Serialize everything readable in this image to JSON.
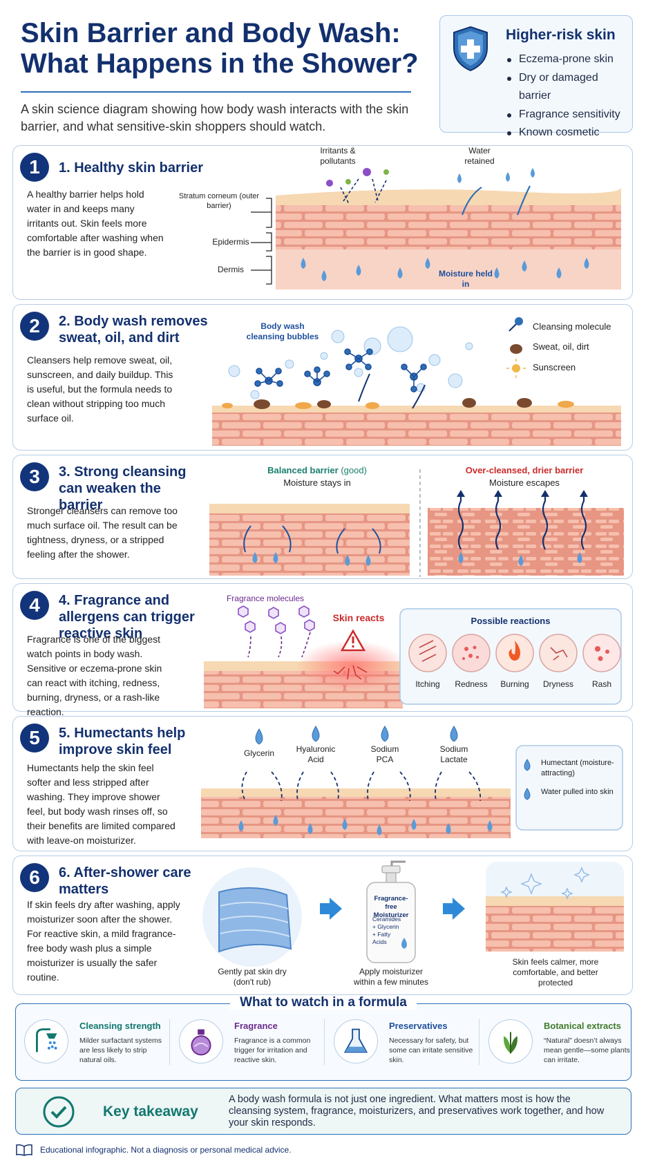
{
  "header": {
    "title": "Skin Barrier and Body Wash: What Happens in the Shower?",
    "subtitle": "A skin science diagram showing how body wash interacts with the skin barrier, and what sensitive-skin shoppers should watch."
  },
  "risk_box": {
    "title": "Higher-risk skin",
    "items": [
      "Eczema-prone skin",
      "Dry or damaged barrier",
      "Fragrance sensitivity",
      "Known cosmetic allergies"
    ]
  },
  "panels": [
    {
      "number": "1",
      "title": "1. Healthy skin barrier",
      "text": "A healthy barrier helps hold water in and keeps many irritants out. Skin feels more comfortable after washing when the barrier is in good shape.",
      "labels": {
        "irritants": "Irritants & pollutants",
        "water": "Water retained",
        "stratum": "Stratum corneum (outer barrier)",
        "epidermis": "Epidermis",
        "dermis": "Dermis",
        "moisture": "Moisture held in"
      }
    },
    {
      "number": "2",
      "title": "2. Body wash removes sweat, oil, and dirt",
      "text": "Cleansers help remove sweat, oil, sunscreen, and daily buildup. This is useful, but the formula needs to clean without stripping too much surface oil.",
      "labels": {
        "bubbles": "Body wash cleansing bubbles",
        "legend": [
          "Cleansing molecule",
          "Sweat, oil, dirt",
          "Sunscreen"
        ]
      }
    },
    {
      "number": "3",
      "title": "3. Strong cleansing can weaken the barrier",
      "text": "Stronger cleansers can remove too much surface oil. The result can be tightness, dryness, or a stripped feeling after the shower.",
      "labels": {
        "balanced": "Balanced barrier",
        "good": "(good)",
        "stays": "Moisture stays in",
        "over": "Over-cleansed, drier barrier",
        "escapes": "Moisture escapes"
      }
    },
    {
      "number": "4",
      "title": "4. Fragrance and allergens can trigger reactive skin",
      "text": "Fragrance is one of the biggest watch points in body wash. Sensitive or eczema-prone skin can react with itching, redness, burning, dryness, or a rash-like reaction.",
      "labels": {
        "fragrance": "Fragrance molecules",
        "reacts": "Skin reacts",
        "reactions_title": "Possible reactions",
        "reactions": [
          "Itching",
          "Redness",
          "Burning",
          "Dryness",
          "Rash"
        ]
      }
    },
    {
      "number": "5",
      "title": "5. Humectants help improve skin feel",
      "text": "Humectants help the skin feel softer and less stripped after washing. They improve shower feel, but body wash rinses off, so their benefits are limited compared with leave-on moisturizer.",
      "labels": {
        "humectants": [
          "Glycerin",
          "Hyaluronic Acid",
          "Sodium PCA",
          "Sodium Lactate"
        ],
        "legend": [
          "Humectant (moisture-attracting)",
          "Water pulled into skin"
        ]
      }
    },
    {
      "number": "6",
      "title": "6. After-shower care matters",
      "text": "If skin feels dry after washing, apply moisturizer soon after the shower. For reactive skin, a mild fragrance-free body wash plus a simple moisturizer is usually the safer routine.",
      "labels": {
        "step1": "Gently pat skin dry (don't rub)",
        "bottle_title": "Fragrance-free Moisturizer",
        "bottle_ingredients": "Ceramides + Glycerin + Fatty Acids",
        "step2": "Apply moisturizer within a few minutes",
        "step3": "Skin feels calmer, more comfortable, and better protected"
      }
    }
  ],
  "watch": {
    "title": "What to watch in a formula",
    "items": [
      {
        "head": "Cleansing strength",
        "text": "Milder surfactant systems are less likely to strip natural oils.",
        "color": "#12776e",
        "icon": "shower-icon"
      },
      {
        "head": "Fragrance",
        "text": "Fragrance is a common trigger for irritation and reactive skin.",
        "color": "#6a2a8c",
        "icon": "perfume-bottle-icon"
      },
      {
        "head": "Preservatives",
        "text": "Necessary for safety, but some can irritate sensitive skin.",
        "color": "#1d4f9c",
        "icon": "flask-icon"
      },
      {
        "head": "Botanical extracts",
        "text": "“Natural” doesn’t always mean gentle—some plants can irritate.",
        "color": "#3f7a2a",
        "icon": "leaf-icon"
      }
    ]
  },
  "takeaway": {
    "title": "Key takeaway",
    "text": "A body wash formula is not just one ingredient. What matters most is how the cleansing system, fragrance, moisturizers, and preservatives work together, and how your skin responds."
  },
  "footer": {
    "text": "Educational infographic. Not a diagnosis or personal medical advice."
  },
  "colors": {
    "navy": "#13306e",
    "accent_blue": "#2e6fb5",
    "good_green": "#1a7f6e",
    "warn_red": "#cc2a2a",
    "fragrance_purple": "#7a3a9c",
    "skin": "#f2b7a6"
  }
}
